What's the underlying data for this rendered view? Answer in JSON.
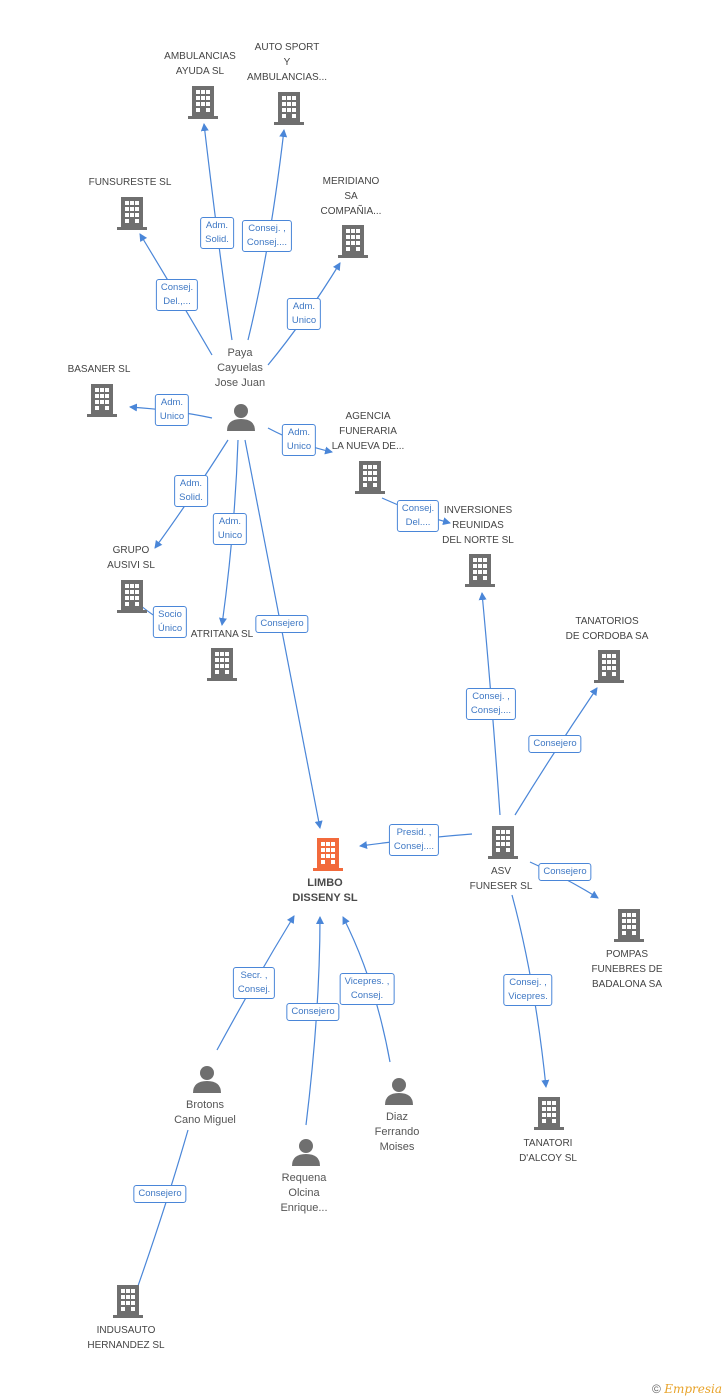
{
  "colors": {
    "edge": "#4a86d8",
    "building": "#6f6f6f",
    "focus": "#f26a3c",
    "person": "#6f6f6f"
  },
  "nodes": {
    "ambulancias_ayuda": "AMBULANCIAS\nAYUDA  SL",
    "auto_sport": "AUTO SPORT\nY\nAMBULANCIAS...",
    "funsureste": "FUNSURESTE  SL",
    "meridiano": "MERIDIANO\nSA\nCOMPAÑIA...",
    "basaner": "BASANER SL",
    "paya": "Paya\nCayuelas\nJose Juan",
    "agencia": "AGENCIA\nFUNERARIA\nLA NUEVA DE...",
    "grupo_ausivi": "GRUPO\nAUSIVI SL",
    "inversiones": "INVERSIONES\nREUNIDAS\nDEL NORTE SL",
    "atritana": "ATRITANA SL",
    "tanatorios_cordoba": "TANATORIOS\nDE CORDOBA SA",
    "limbo": "LIMBO\nDISSENY SL",
    "asv": "ASV\nFUNESER SL",
    "pompas": "POMPAS\nFUNEBRES DE\nBADALONA SA",
    "brotons": "Brotons\nCano Miguel",
    "diaz": "Diaz\nFerrando\nMoises",
    "requena": "Requena\nOlcina\nEnrique...",
    "tanatori_alcoy": "TANATORI\nD'ALCOY SL",
    "indusauto": "INDUSAUTO\nHERNANDEZ SL"
  },
  "edges": {
    "e1": "Adm.\nSolid.",
    "e2": "Consej. ,\nConsej....",
    "e3": "Consej.\nDel.,...",
    "e4": "Adm.\nUnico",
    "e5": "Adm.\nUnico",
    "e6": "Adm.\nUnico",
    "e7": "Adm.\nSolid.",
    "e8": "Adm.\nUnico",
    "e9": "Consej.\nDel....",
    "e10": "Socio\nÚnico",
    "e11": "Consejero",
    "e12": "Consej. ,\nConsej....",
    "e13": "Consejero",
    "e14": "Presid. ,\nConsej....",
    "e15": "Consejero",
    "e16": "Secr. ,\nConsej.",
    "e17": "Consejero",
    "e18": "Vicepres. ,\nConsej.",
    "e19": "Consej. ,\nVicepres.",
    "e20": "Consejero"
  },
  "footer": {
    "copyright": "©",
    "brand": "Empresia"
  }
}
